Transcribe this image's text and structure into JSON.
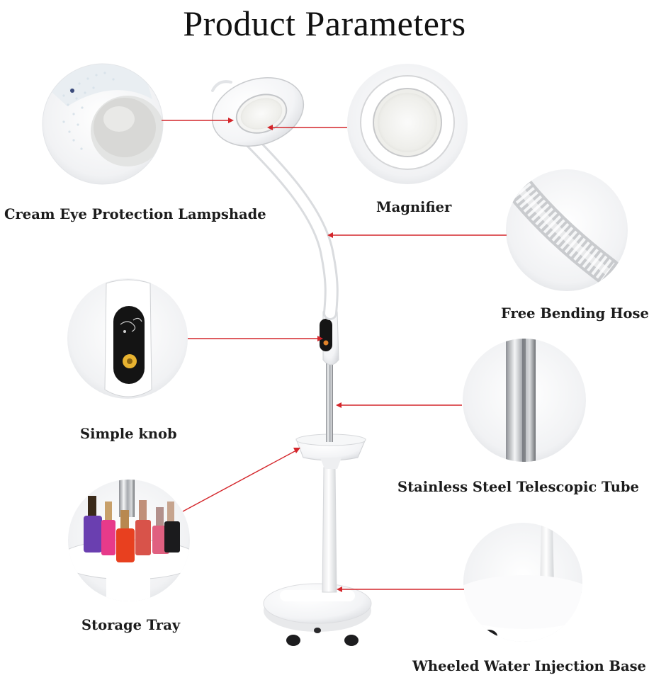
{
  "title": "Product Parameters",
  "labels": {
    "lampshade": "Cream Eye Protection Lampshade",
    "magnifier": "Magnifier",
    "hose": "Free Bending Hose",
    "knob": "Simple knob",
    "tube": "Stainless Steel Telescopic Tube",
    "tray": "Storage Tray",
    "base": "Wheeled Water Injection Base"
  },
  "colors": {
    "pointer": "#d4262b",
    "lamp_white": "#ffffff",
    "background": "#ffffff",
    "text": "#1c1c1c"
  }
}
